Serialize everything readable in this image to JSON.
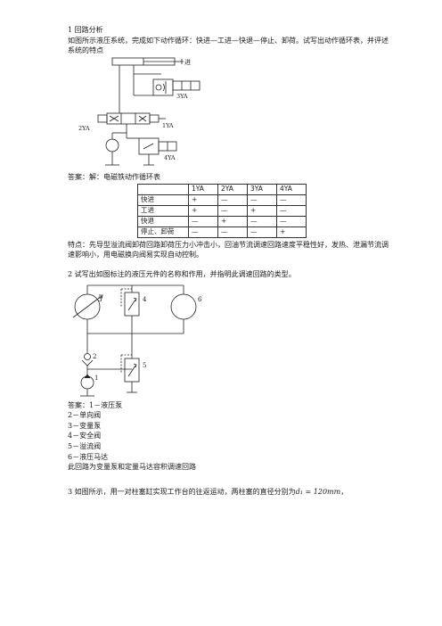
{
  "section1": {
    "title": "1 回路分析",
    "text": "如图所示液压系统，完成如下动作循环：快进—工进—快退—停止、卸荷。试写出动作循环表，并评述系统的特点",
    "diagram_labels": {
      "inlet": "进",
      "s3": "3YA",
      "s2": "2YA",
      "s1": "1YA",
      "s4": "4YA"
    },
    "answer_intro": "答案：解：电磁铁动作循环表",
    "table": {
      "headers": [
        "",
        "1YA",
        "2YA",
        "3YA",
        "4YA"
      ],
      "rows": [
        [
          "快进",
          "+",
          "—",
          "—",
          "—"
        ],
        [
          "工进",
          "+",
          "—",
          "+",
          "—"
        ],
        [
          "快退",
          "—",
          "+",
          "—",
          "—"
        ],
        [
          "停止、卸荷",
          "—",
          "—",
          "—",
          "+"
        ]
      ]
    },
    "features": "特点：先导型溢流阀卸荷回路卸荷压力小冲击小，回油节流调速回路速度平稳性好，发热、泄漏节流调速影响小，用电磁换向阀易实现自动控制。"
  },
  "section2": {
    "title": "2 试写出如图标注的液压元件的名称和作用，并指明此调速回路的类型。",
    "diagram_labels": {
      "n1": "1",
      "n2": "2",
      "n3": "3",
      "n4": "4",
      "n5": "5",
      "n6": "6"
    },
    "answers": [
      "答案：1－液压泵",
      "2－单向阀",
      "3－变量泵",
      "4－安全阀",
      "5－溢流阀",
      "6－液压马达"
    ],
    "conclusion": "此回路为变量泵和定量马达容积调速回路"
  },
  "section3": {
    "text": "3 如图所示，用一对柱塞缸实现工作台的往返运动，两柱塞的直径分别为",
    "formula": "d₁ = 120mm",
    "tail": "，"
  }
}
